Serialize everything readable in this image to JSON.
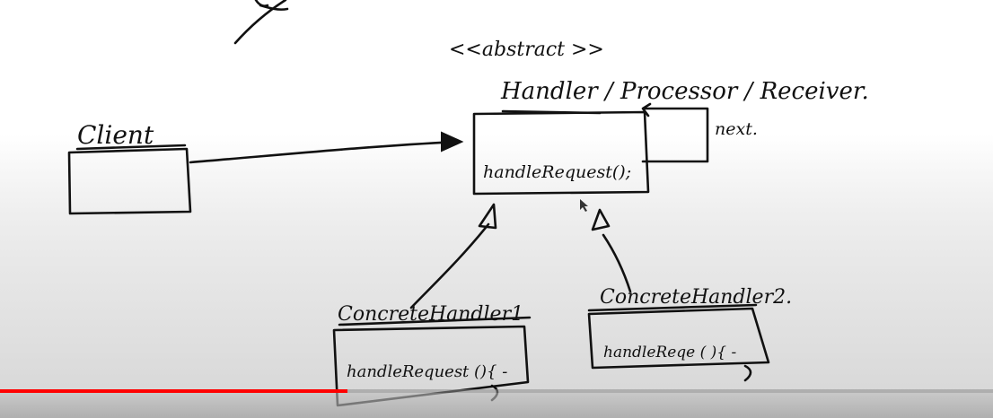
{
  "diagram": {
    "stereotype": "<<abstract >>",
    "base_title": "Handler / Processor / Receiver.",
    "base_method": "handleRequest();",
    "self_link_label": "next.",
    "client_title": "Client",
    "concrete_1": {
      "title": "ConcreteHandler1",
      "method": "handleRequest (){ -"
    },
    "concrete_2": {
      "title": "ConcreteHandler2.",
      "method": "handleReqe ( ){ -"
    }
  },
  "player": {
    "progress": 0.35,
    "played_color": "#ff0000"
  }
}
